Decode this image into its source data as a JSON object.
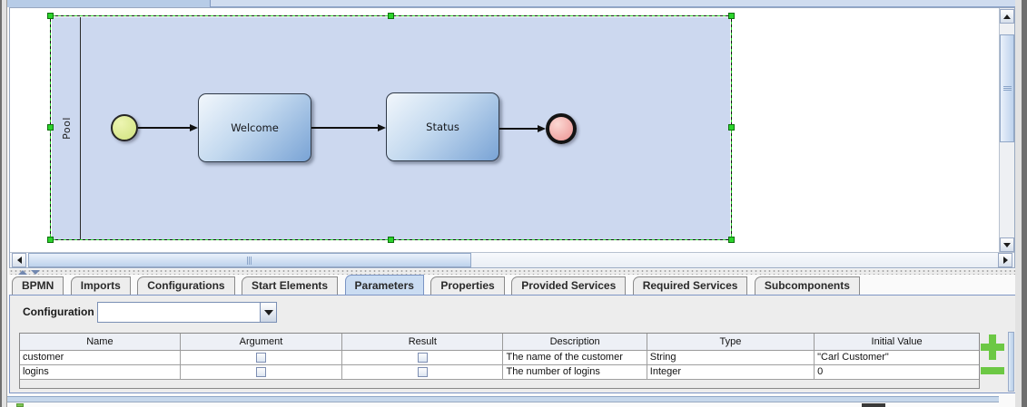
{
  "colors": {
    "selection-green": "#2bd42b",
    "pool-fill": "#ccd8ef",
    "start-event-fill": "#d9e88d",
    "end-event-fill": "#f0a4a2",
    "task-grad-start": "#f2f7fc",
    "task-grad-end": "#79a3d5",
    "tab-selected": "#cadcf2",
    "action-green": "#6cc844",
    "panel-bg": "#ededed"
  },
  "canvas": {
    "pool_label": "Pool",
    "nodes": {
      "start_event": "start-event",
      "task1": "Welcome",
      "task2": "Status",
      "end_event": "end-event"
    }
  },
  "tabs": {
    "items": [
      {
        "label": "BPMN",
        "selected": false
      },
      {
        "label": "Imports",
        "selected": false
      },
      {
        "label": "Configurations",
        "selected": false
      },
      {
        "label": "Start Elements",
        "selected": false
      },
      {
        "label": "Parameters",
        "selected": true
      },
      {
        "label": "Properties",
        "selected": false
      },
      {
        "label": "Provided Services",
        "selected": false
      },
      {
        "label": "Required Services",
        "selected": false
      },
      {
        "label": "Subcomponents",
        "selected": false
      }
    ],
    "selected_tab": "Parameters"
  },
  "parameters": {
    "configuration_label": "Configuration",
    "configuration_value": "",
    "table": {
      "columns": [
        "Name",
        "Argument",
        "Result",
        "Description",
        "Type",
        "Initial Value"
      ],
      "rows": [
        {
          "name": "customer",
          "argument_checked": false,
          "result_checked": false,
          "description": "The name of the customer",
          "type": "String",
          "initial_value": "\"Carl Customer\""
        },
        {
          "name": "logins",
          "argument_checked": false,
          "result_checked": false,
          "description": "The number of logins",
          "type": "Integer",
          "initial_value": "0"
        }
      ]
    }
  }
}
